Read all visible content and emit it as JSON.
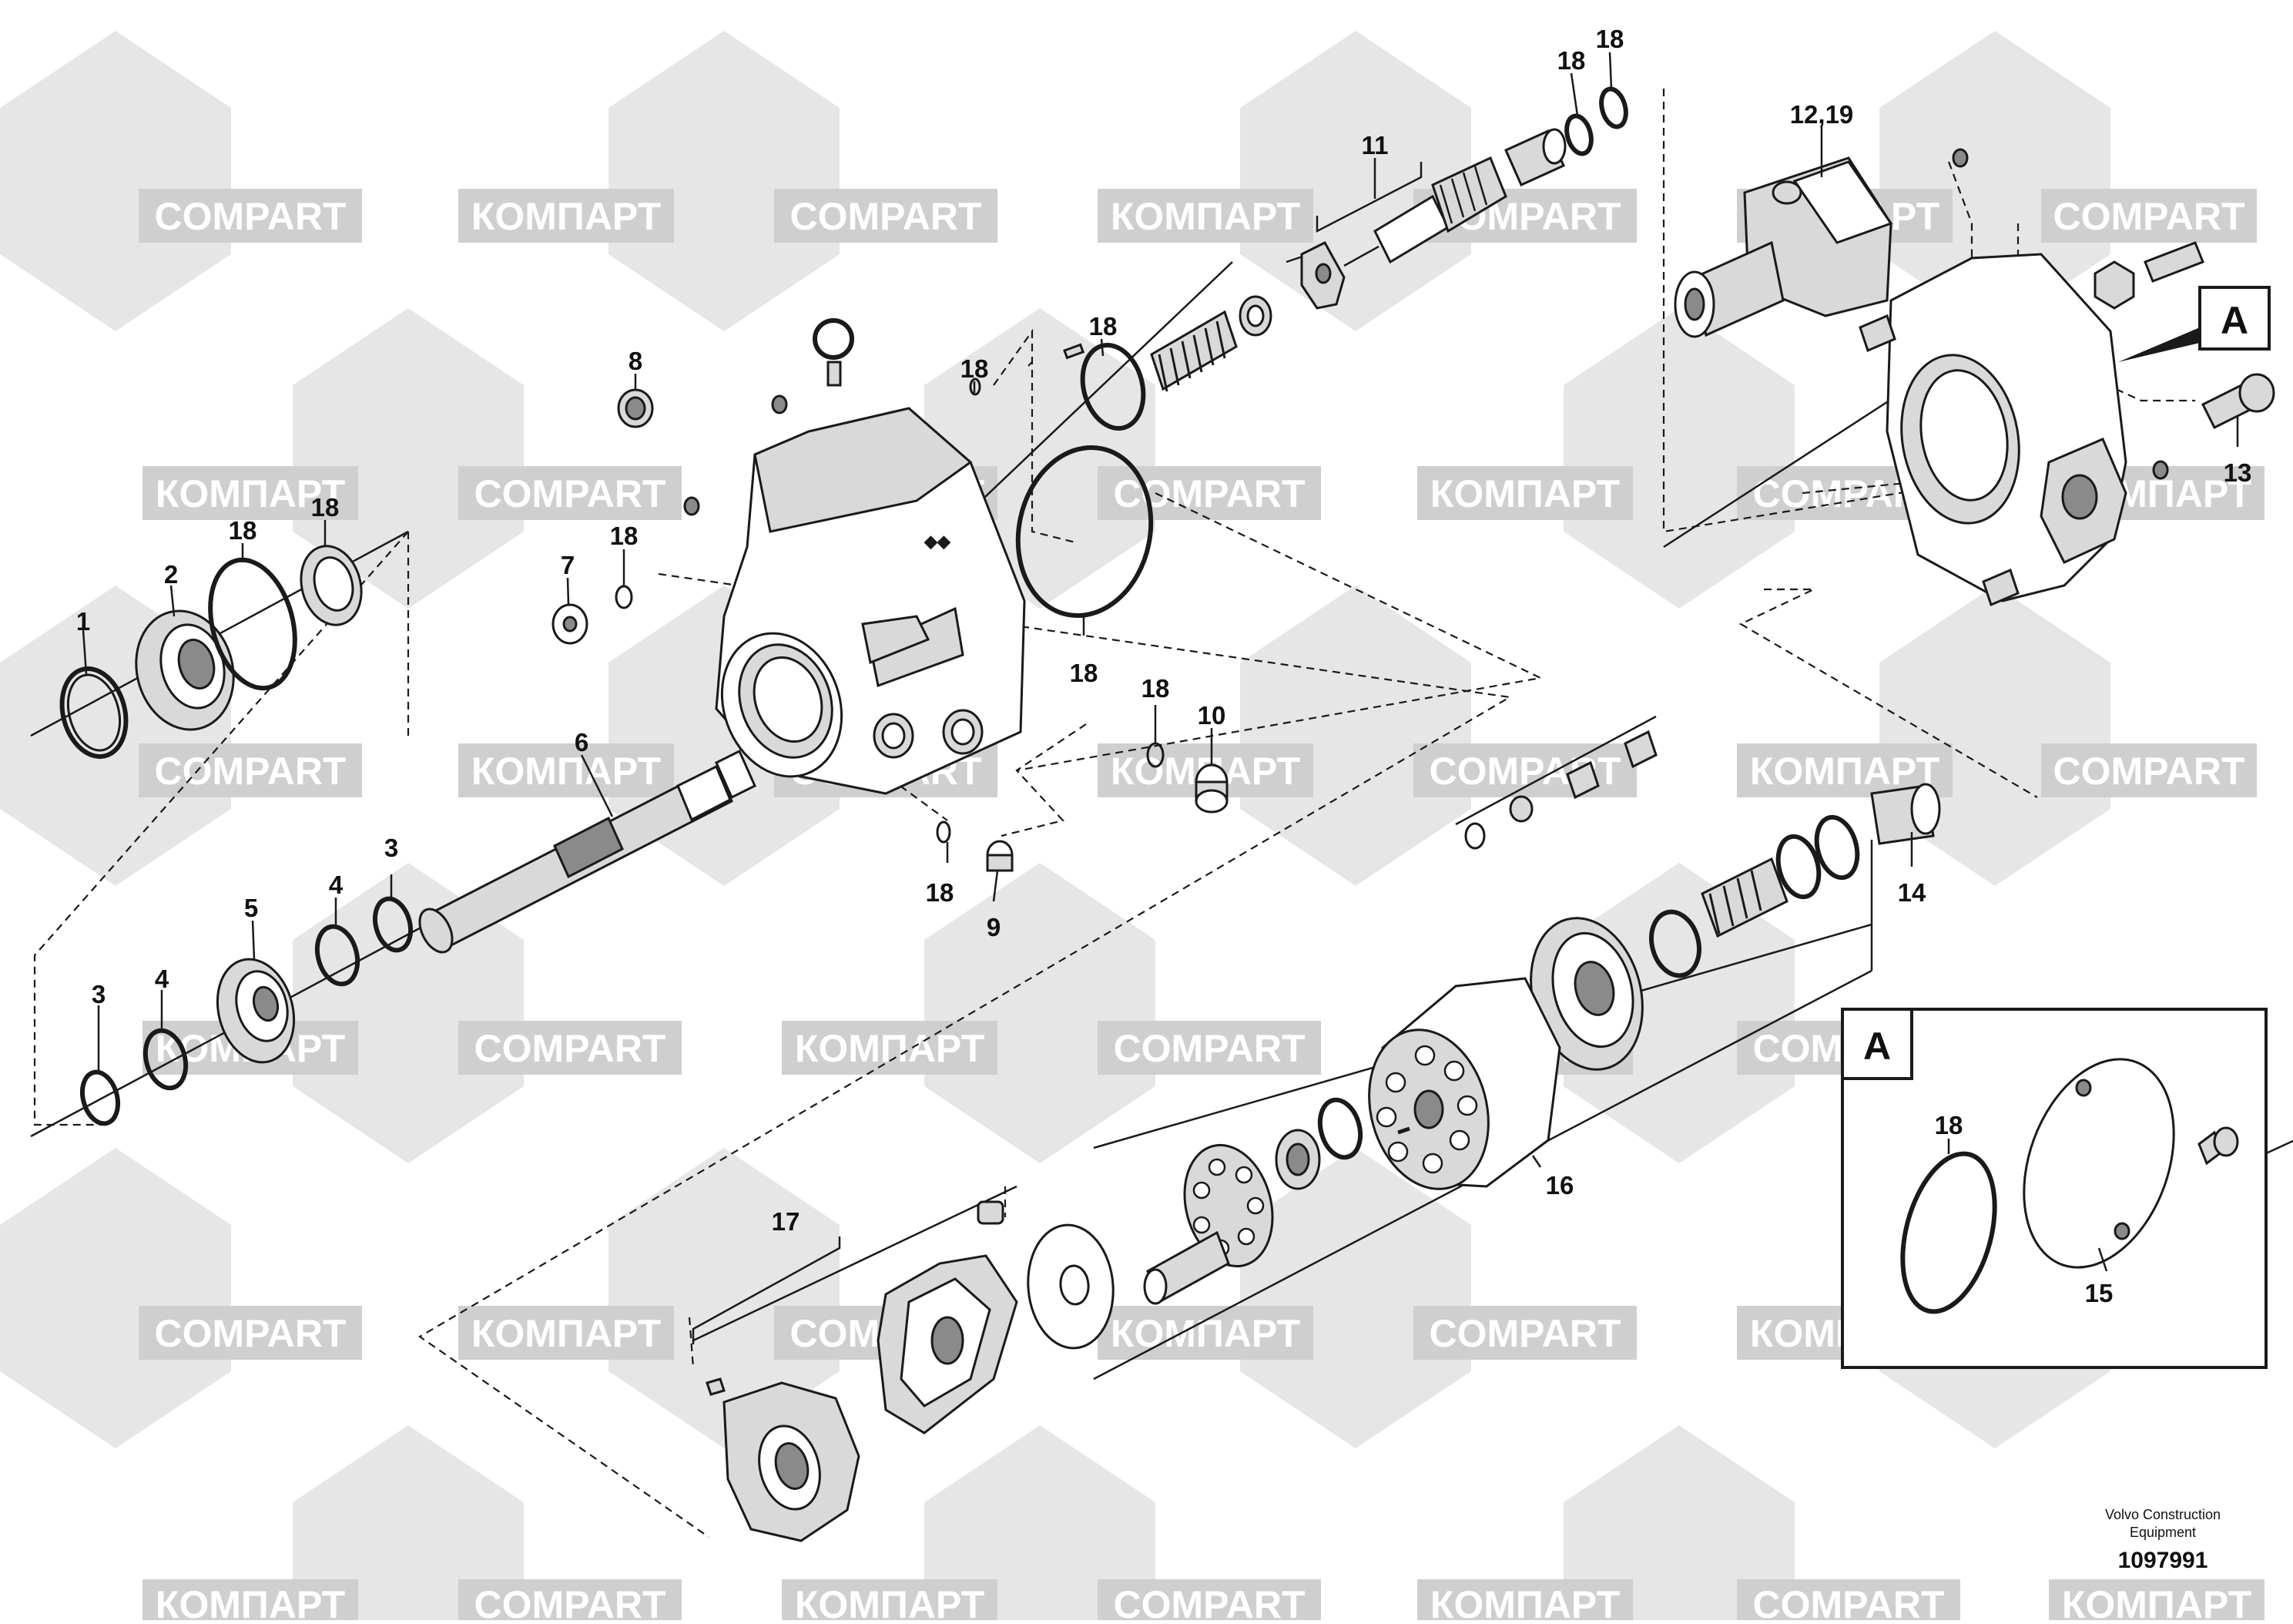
{
  "watermark": {
    "brand_latin": "COMPART",
    "brand_cyrillic": "КОМПАРТ",
    "color": "#cfcfcf"
  },
  "diagram": {
    "detail_marker": "A",
    "publisher_line1": "Volvo Construction",
    "publisher_line2": "Equipment",
    "figure_number": "1097991"
  },
  "callouts": [
    {
      "id": "c1",
      "label": "1"
    },
    {
      "id": "c2",
      "label": "2"
    },
    {
      "id": "c3a",
      "label": "3"
    },
    {
      "id": "c3b",
      "label": "3"
    },
    {
      "id": "c4a",
      "label": "4"
    },
    {
      "id": "c4b",
      "label": "4"
    },
    {
      "id": "c5",
      "label": "5"
    },
    {
      "id": "c6",
      "label": "6"
    },
    {
      "id": "c7",
      "label": "7"
    },
    {
      "id": "c8",
      "label": "8"
    },
    {
      "id": "c9",
      "label": "9"
    },
    {
      "id": "c10",
      "label": "10"
    },
    {
      "id": "c11",
      "label": "11"
    },
    {
      "id": "c12",
      "label": "12,19"
    },
    {
      "id": "c13",
      "label": "13"
    },
    {
      "id": "c14",
      "label": "14"
    },
    {
      "id": "c15",
      "label": "15"
    },
    {
      "id": "c16",
      "label": "16"
    },
    {
      "id": "c17",
      "label": "17"
    },
    {
      "id": "c18a",
      "label": "18"
    },
    {
      "id": "c18b",
      "label": "18"
    },
    {
      "id": "c18c",
      "label": "18"
    },
    {
      "id": "c18d",
      "label": "18"
    },
    {
      "id": "c18e",
      "label": "18"
    },
    {
      "id": "c18f",
      "label": "18"
    },
    {
      "id": "c18g",
      "label": "18"
    },
    {
      "id": "c18h",
      "label": "18"
    },
    {
      "id": "c18i",
      "label": "18"
    },
    {
      "id": "c18j",
      "label": "18"
    },
    {
      "id": "c18k",
      "label": "18"
    }
  ]
}
